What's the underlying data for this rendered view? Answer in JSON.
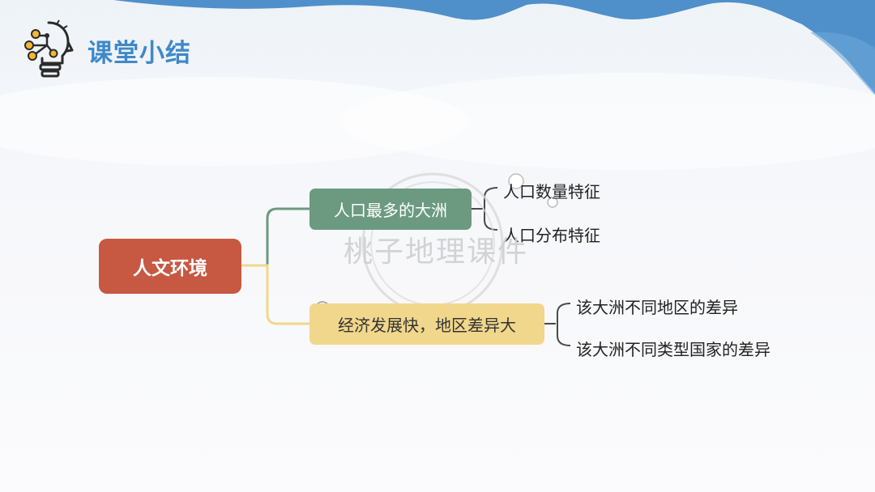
{
  "header": {
    "title": "课堂小结"
  },
  "mindmap": {
    "root": "人文环境",
    "branches": [
      {
        "label": "人口最多的大洲",
        "children": [
          "人口数量特征",
          "人口分布特征"
        ]
      },
      {
        "label": "经济发展快，地区差异大",
        "children": [
          "该大洲不同地区的差异",
          "该大洲不同类型国家的差异"
        ]
      }
    ]
  },
  "watermark": "桃子地理课件",
  "colors": {
    "title": "#3f89c8",
    "root": "#c75842",
    "branch1": "#6b9a80",
    "branch2": "#f1d78c",
    "connector1": "#6b9a80",
    "connector2": "#f1d78c",
    "wave": "#4f8fca"
  },
  "icons": {
    "logo": "lightbulb-head-icon"
  }
}
